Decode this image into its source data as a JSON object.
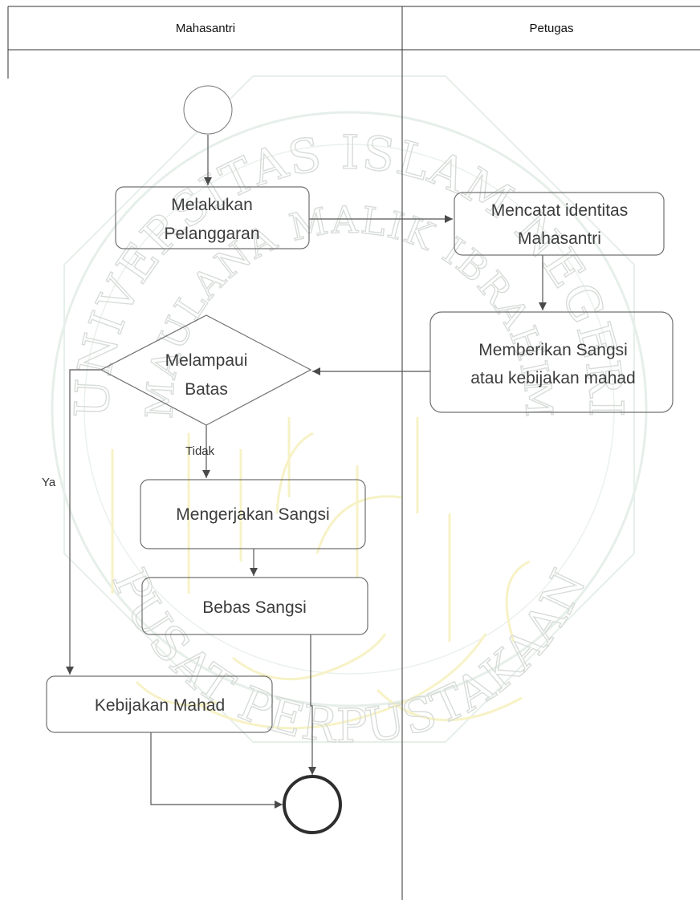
{
  "lanes": {
    "left": "Mahasantri",
    "right": "Petugas"
  },
  "nodes": {
    "melakukan": [
      "Melakukan",
      "Pelanggaran"
    ],
    "mencatat": [
      "Mencatat identitas",
      "Mahasantri"
    ],
    "memberikan": [
      "Memberikan Sangsi",
      "atau kebijakan mahad"
    ],
    "melampaui": [
      "Melampaui",
      "Batas"
    ],
    "mengerjakan": "Mengerjakan Sangsi",
    "bebas": "Bebas Sangsi",
    "kebijakan": "Kebijakan Mahad"
  },
  "guards": {
    "tidak": "Tidak",
    "ya": "Ya"
  },
  "watermark": {
    "top_text": "UNIVERSITAS ISLAM NEGERI",
    "middle_text": "MAULANA MALIK IBRAHIM",
    "bottom_text": "PUSAT PERPUSTAKAAN",
    "emblem_color": "#f7f2c6",
    "ring_color": "#e6efe9",
    "text_color": "#d7dcd8"
  },
  "colors": {
    "node_border": "#707070",
    "flow_line": "#555555",
    "node_text": "#3c3c3c",
    "end_node": "#2e2e2e"
  }
}
